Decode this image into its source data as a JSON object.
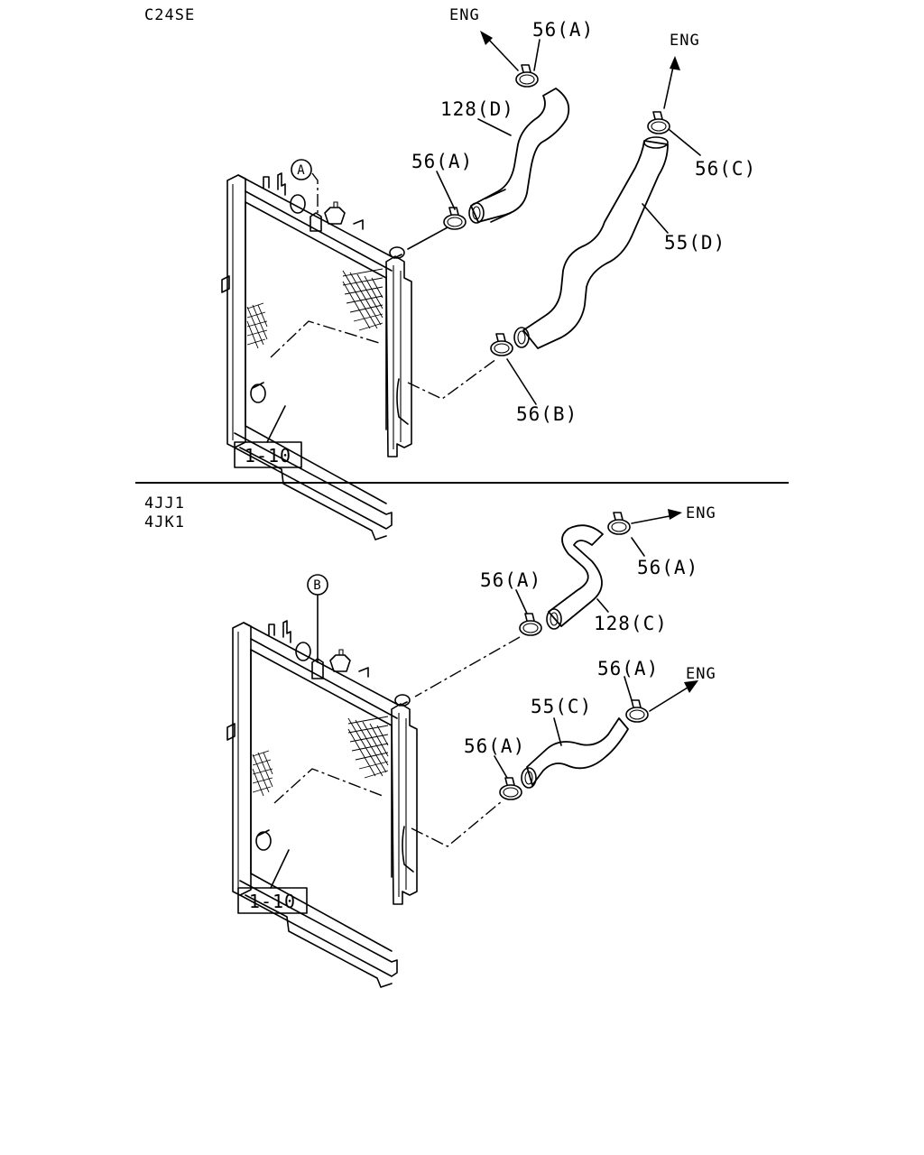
{
  "sections": [
    {
      "engine_codes": [
        "C24SE"
      ],
      "radiator_ref": "1-10",
      "bracket_marker": "A",
      "flow_labels": [
        "ENG",
        "ENG"
      ],
      "hose_upper": "128(D)",
      "hose_lower": "55(D)",
      "clamps": {
        "upper_engine": "56(A)",
        "upper_radiator": "56(A)",
        "lower_engine": "56(C)",
        "lower_radiator": "56(B)"
      }
    },
    {
      "engine_codes": [
        "4JJ1",
        "4JK1"
      ],
      "radiator_ref": "1-10",
      "bracket_marker": "B",
      "flow_labels": [
        "ENG",
        "ENG"
      ],
      "hose_upper": "128(C)",
      "hose_lower": "55(C)",
      "clamps": {
        "upper_engine": "56(A)",
        "upper_radiator": "56(A)",
        "lower_engine": "56(A)",
        "lower_radiator": "56(A)"
      }
    }
  ]
}
